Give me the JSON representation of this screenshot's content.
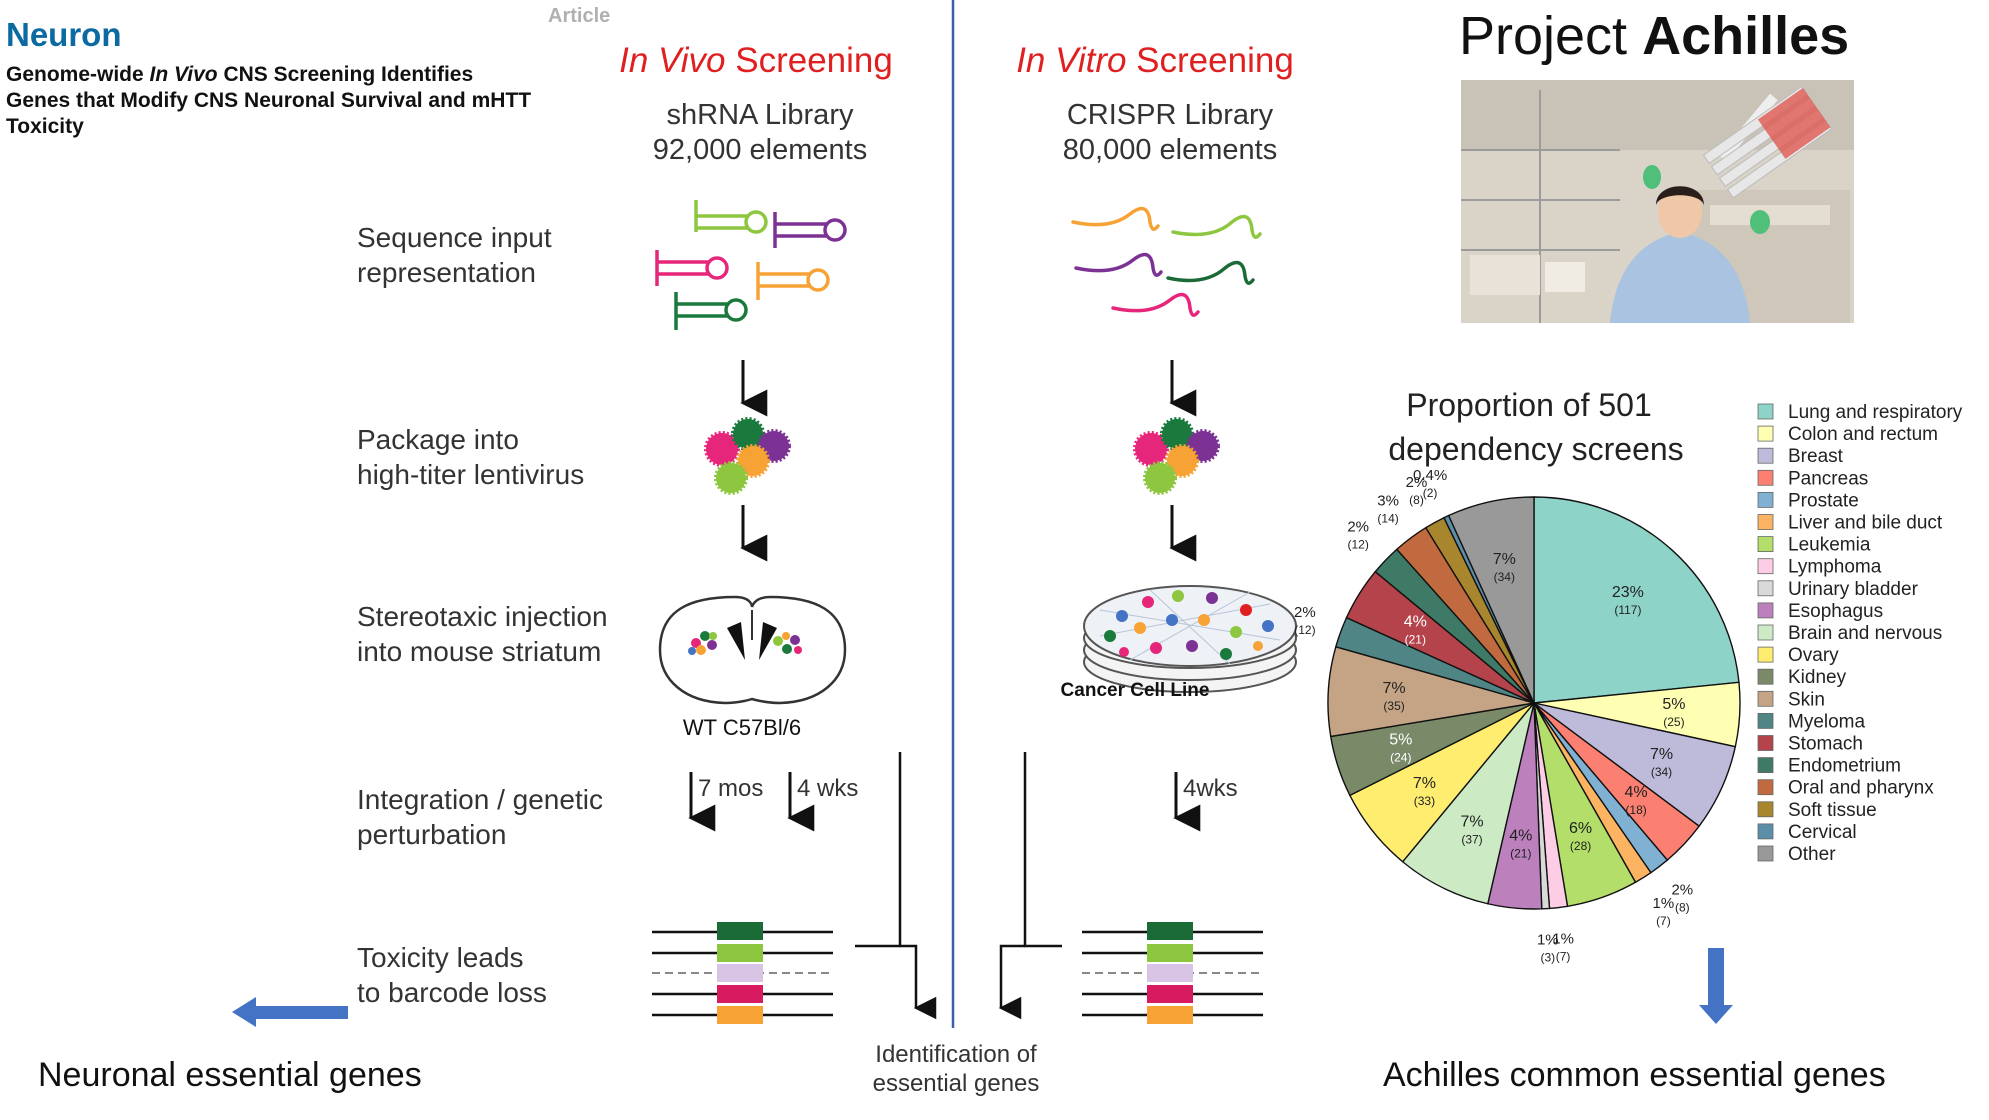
{
  "header": {
    "journal": "Neuron",
    "article_tag": "Article",
    "paper_title": [
      "Genome-wide In Vivo CNS Screening Identifies",
      "Genes that Modify CNS Neuronal Survival and mHTT",
      "Toxicity"
    ]
  },
  "in_vivo": {
    "title_italic": "In Vivo",
    "title_rest": " Screening",
    "library": [
      "shRNA Library",
      "92,000 elements"
    ],
    "steps": {
      "sequence": [
        "Sequence input",
        "representation"
      ],
      "package": [
        "Package into",
        "high-titer lentivirus"
      ],
      "injection": [
        "Stereotaxic injection",
        "into mouse striatum"
      ],
      "integration": [
        "Integration / genetic",
        "perturbation"
      ],
      "toxicity": [
        "Toxicity leads",
        "to barcode loss"
      ]
    },
    "mouse_label": "WT C57Bl/6",
    "time_1": "7 mos",
    "time_2": "4 wks"
  },
  "in_vitro": {
    "title_italic": "In Vitro",
    "title_rest": " Screening",
    "library": [
      "CRISPR Library",
      "80,000 elements"
    ],
    "dish_label": "Cancer Cell Line",
    "time": "4wks"
  },
  "center_label": [
    "Identification of",
    "essential genes"
  ],
  "achilles": {
    "logo_light": "Project ",
    "logo_bold": "Achilles"
  },
  "outputs": {
    "left": "Neuronal essential genes",
    "right": "Achilles common essential genes"
  },
  "colors": {
    "red_title": "#e02020",
    "blue_arrow": "#4472c4",
    "divider": "#3a5fb0",
    "journal": "#0a6aa1"
  },
  "chart_data": {
    "type": "pie",
    "title": [
      "Proportion of 501",
      "dependency screens"
    ],
    "total": 501,
    "slices": [
      {
        "name": "Lung and respiratory",
        "percent_label": "23%",
        "count": 117,
        "color": "#8dd3c7"
      },
      {
        "name": "Colon and rectum",
        "percent_label": "5%",
        "count": 25,
        "color": "#ffffb3"
      },
      {
        "name": "Breast",
        "percent_label": "7%",
        "count": 34,
        "color": "#bebada"
      },
      {
        "name": "Pancreas",
        "percent_label": "4%",
        "count": 18,
        "color": "#fb8072"
      },
      {
        "name": "Prostate",
        "percent_label": "2%",
        "count": 8,
        "color": "#80b1d3"
      },
      {
        "name": "Liver and bile duct",
        "percent_label": "1%",
        "count": 7,
        "color": "#fdb462"
      },
      {
        "name": "Leukemia",
        "percent_label": "6%",
        "count": 28,
        "color": "#b3de69"
      },
      {
        "name": "Lymphoma",
        "percent_label": "1%",
        "count": 7,
        "color": "#fccde5"
      },
      {
        "name": "Urinary bladder",
        "percent_label": "1%",
        "count": 3,
        "color": "#d9d9d9"
      },
      {
        "name": "Esophagus",
        "percent_label": "4%",
        "count": 21,
        "color": "#bc80bd"
      },
      {
        "name": "Brain and nervous",
        "percent_label": "7%",
        "count": 37,
        "color": "#ccebc5"
      },
      {
        "name": "Ovary",
        "percent_label": "7%",
        "count": 33,
        "color": "#ffed6f"
      },
      {
        "name": "Kidney",
        "percent_label": "5%",
        "count": 24,
        "color": "#7a8a68"
      },
      {
        "name": "Skin",
        "percent_label": "7%",
        "count": 35,
        "color": "#c4a484"
      },
      {
        "name": "Myeloma",
        "percent_label": "2%",
        "count": 12,
        "color": "#4f8585"
      },
      {
        "name": "Stomach",
        "percent_label": "4%",
        "count": 21,
        "color": "#b5434b"
      },
      {
        "name": "Endometrium",
        "percent_label": "2%",
        "count": 12,
        "color": "#3f7a67"
      },
      {
        "name": "Oral and pharynx",
        "percent_label": "3%",
        "count": 14,
        "color": "#c26a3f"
      },
      {
        "name": "Soft tissue",
        "percent_label": "2%",
        "count": 8,
        "color": "#a8862d"
      },
      {
        "name": "Cervical",
        "percent_label": "0.4%",
        "count": 2,
        "color": "#5b8fa8"
      },
      {
        "name": "Other",
        "percent_label": "7%",
        "count": 34,
        "color": "#999999"
      }
    ],
    "legend_position": "right"
  }
}
